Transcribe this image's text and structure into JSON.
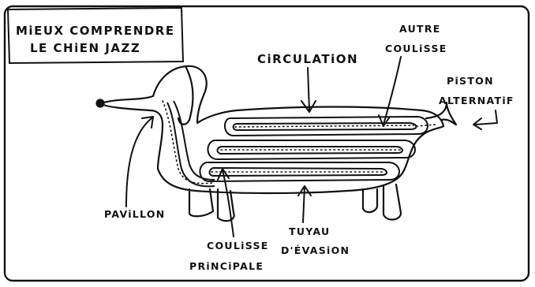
{
  "title": {
    "line1": "MiEUX COMPRENDRE",
    "line2": "LE CHiEN JAZZ"
  },
  "labels": {
    "circulation": "CiRCULATiON",
    "autre_line1": "AUTRE",
    "autre_line2": "COULiSSE",
    "piston_line1": "PiSTON",
    "piston_line2": "ALTERNATiF",
    "pavillon": "PAViLLON",
    "coulisse_line1": "COULiSSE",
    "coulisse_line2": "PRiNCiPALE",
    "tuyau_line1": "TUYAU",
    "tuyau_line2": "D'ÉVASiON"
  }
}
